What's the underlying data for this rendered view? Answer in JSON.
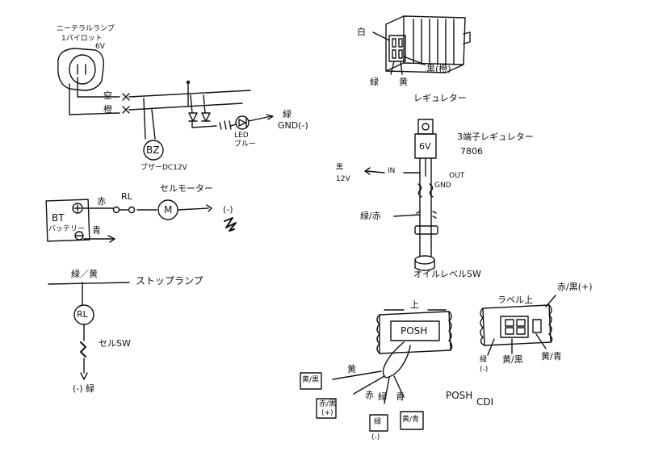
{
  "wiring_sketch": {
    "neutral_pilot": {
      "lamp_label_line1": "ニーテラルランプ",
      "lamp_label_line2": "1パイロット",
      "lamp_voltage": "6V",
      "wire_air": "空",
      "wire_orange": "橙",
      "output_label": "緑",
      "gnd_label": "GND(-)",
      "led_label_line1": "LED",
      "led_label_line2": "ブルー",
      "buzzer_symbol": "BZ",
      "buzzer_label": "ブザーDC12V"
    },
    "starter": {
      "battery_label_line1": "BT",
      "battery_label_line2": "バッテリー",
      "plus_symbol": "+",
      "minus_symbol": "−",
      "wire_red": "赤",
      "relay_label": "RL",
      "motor_label": "セルモーター",
      "motor_symbol": "M",
      "ground_label": "(-)",
      "blue_wire": "青"
    },
    "stop_lamp": {
      "wire_label": "緑／黄",
      "title": "ストップランプ",
      "relay_symbol": "RL",
      "switch_label": "セルSW",
      "ground_label": "(-) 緑"
    },
    "regulator": {
      "top_left": "白",
      "green": "緑",
      "yellow": "黄",
      "black_orange": "黒(橙)",
      "title": "レギュレター"
    },
    "three_terminal": {
      "title": "3端子レギュレター",
      "part": "7806",
      "chip_label": "6V",
      "input_label_line1": "黒",
      "input_label_line2": "12V",
      "in_pin": "IN",
      "gnd_pin": "GND",
      "out_pin": "OUT",
      "green_red": "緑/赤",
      "switch_label": "オイルレベルSW"
    },
    "posh_cdi_wires": {
      "top_label": "上",
      "unit_label": "POSH",
      "yellow": "黄",
      "yellow_black": "黄/黒",
      "red": "赤",
      "green": "緑",
      "blue": "青",
      "red_black_plus_line1": "赤/黒",
      "red_black_plus_line2": "(+)",
      "green_minus_line1": "緑",
      "green_minus_line2": "(-)",
      "yellow_blue": "黄/青"
    },
    "cdi_unit": {
      "label_top": "ラベル上",
      "red_black_plus": "赤/黒(+)",
      "green_minus_line1": "緑",
      "green_minus_line2": "(-)",
      "yellow_black": "黄/黒",
      "yellow_blue": "黄/青",
      "posh": "POSH",
      "cdi": "CDI"
    }
  }
}
